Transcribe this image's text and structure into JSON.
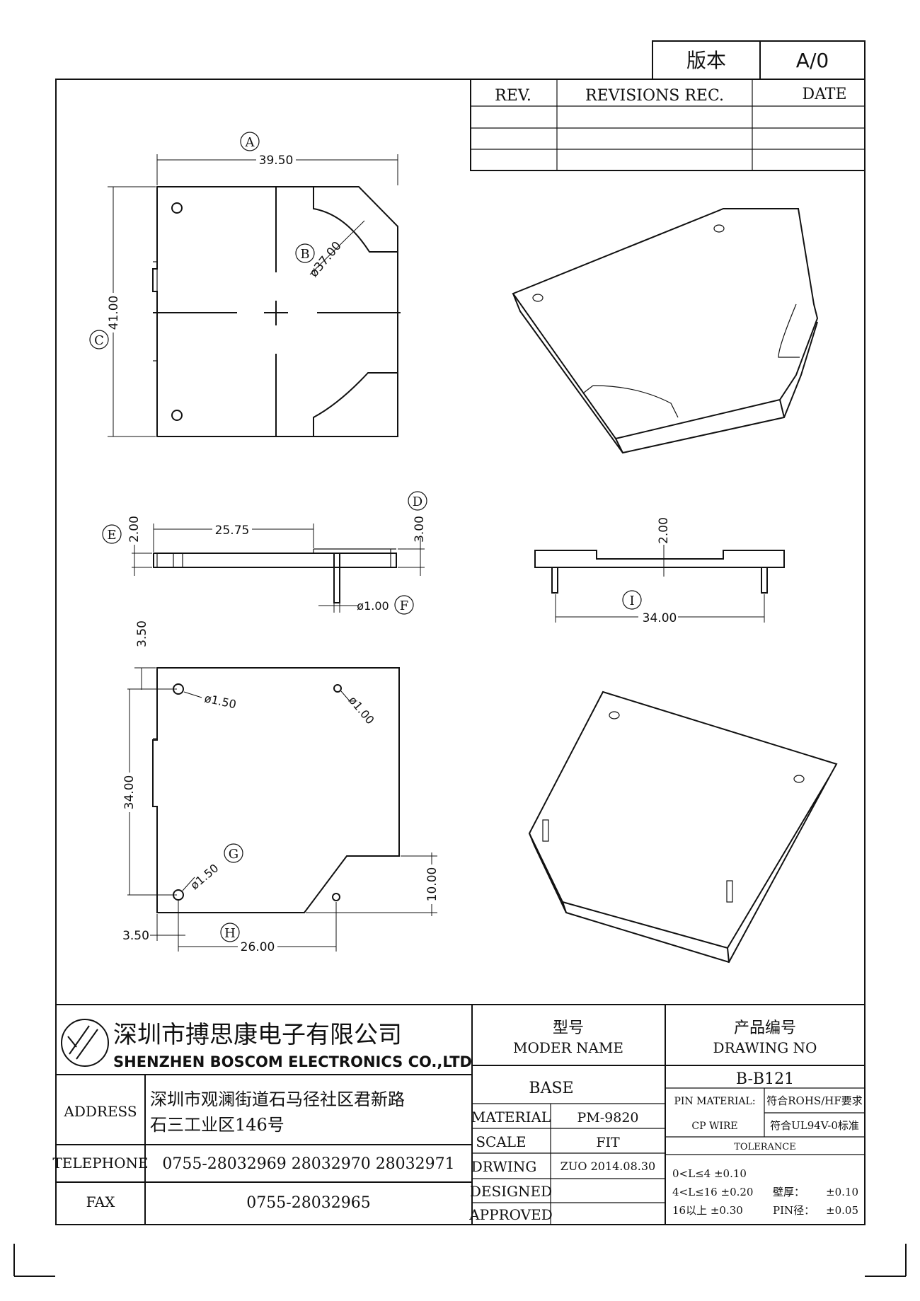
{
  "header": {
    "version_label": "版本",
    "version_value": "A/0",
    "rev_col": "REV.",
    "revisions_col": "REVISIONS REC.",
    "date_col": "DATE"
  },
  "callouts": {
    "A": "A",
    "B": "B",
    "C": "C",
    "D": "D",
    "E": "E",
    "F": "F",
    "G": "G",
    "H": "H",
    "I": "I"
  },
  "dimensions": {
    "width_top": "39.50",
    "radius_b": "ø37.00",
    "height_left": "41.00",
    "side_2_00": "2.00",
    "side_25_75": "25.75",
    "side_3_00": "3.00",
    "pin_1_00": "ø1.00",
    "front_2_00": "2.00",
    "front_34_00": "34.00",
    "bottom_3_50_top": "3.50",
    "hole_1_50_a": "ø1.50",
    "hole_1_00": "ø1.00",
    "bottom_34_00": "34.00",
    "hole_1_50_b": "ø1.50",
    "bottom_10_00": "10.00",
    "bottom_3_50_left": "3.50",
    "bottom_26_00": "26.00"
  },
  "title_block": {
    "company_cn": "深圳市搏思康电子有限公司",
    "company_en": "SHENZHEN BOSCOM ELECTRONICS CO.,LTD",
    "model_cn": "型号",
    "model_en": "MODER NAME",
    "drawing_cn": "产品编号",
    "drawing_en": "DRAWING NO",
    "model_value": "BASE",
    "drawing_value": "B-B121",
    "address_label": "ADDRESS",
    "address_line1": "深圳市观澜街道石马径社区君新路",
    "address_line2": "石三工业区146号",
    "telephone_label": "TELEPHONE",
    "telephone_value": "0755-28032969 28032970 28032971",
    "fax_label": "FAX",
    "fax_value": "0755-28032965",
    "material_label": "MATERIAL",
    "material_value": "PM-9820",
    "scale_label": "SCALE",
    "scale_value": "FIT",
    "drawing_label": "DRWING",
    "drawing_by": "ZUO 2014.08.30",
    "designed_label": "DESIGNED",
    "approved_label": "APPROVED",
    "pin_material_label": "PIN MATERIAL:",
    "pin_material_value": "CP WIRE",
    "rohs_note": "符合ROHS/HF要求",
    "ul_note": "符合UL94V-0标准",
    "tolerance_label": "TOLERANCE",
    "tol_1": "0<L≤4  ±0.10",
    "tol_2": "4<L≤16  ±0.20",
    "tol_3": "16以上      ±0.30",
    "wall_label": "壁厚：",
    "wall_value": "±0.10",
    "pin_dia_label": "PIN径：",
    "pin_dia_value": "±0.05"
  }
}
